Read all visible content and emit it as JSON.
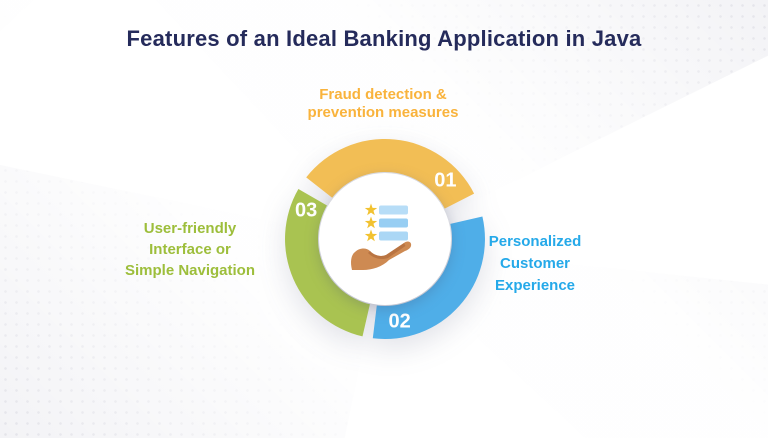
{
  "title": "Features of an Ideal Banking Application in Java",
  "colors": {
    "background": "#F3F3F6",
    "title_text": "#252B5B",
    "arc_yellow": "#F2BE55",
    "arc_blue": "#4FAEE8",
    "arc_green": "#A9C351",
    "label_yellow": "#F9B33C",
    "label_blue": "#25A9E9",
    "label_green": "#9DBE3B",
    "number_text": "#FFFFFF"
  },
  "diagram": {
    "center_icon": "hand-holding-checklist-icon",
    "segments": [
      {
        "number": "01",
        "arc_color": "#F2BE55",
        "label_color": "#F9B33C",
        "lines": [
          "Fraud detection &",
          "prevention measures"
        ]
      },
      {
        "number": "02",
        "arc_color": "#4FAEE8",
        "label_color": "#25A9E9",
        "lines": [
          "Personalized",
          "Customer",
          "Experience"
        ]
      },
      {
        "number": "03",
        "arc_color": "#A9C351",
        "label_color": "#9DBE3B",
        "lines": [
          "User-friendly",
          "Interface or",
          "Simple Navigation"
        ]
      }
    ]
  }
}
